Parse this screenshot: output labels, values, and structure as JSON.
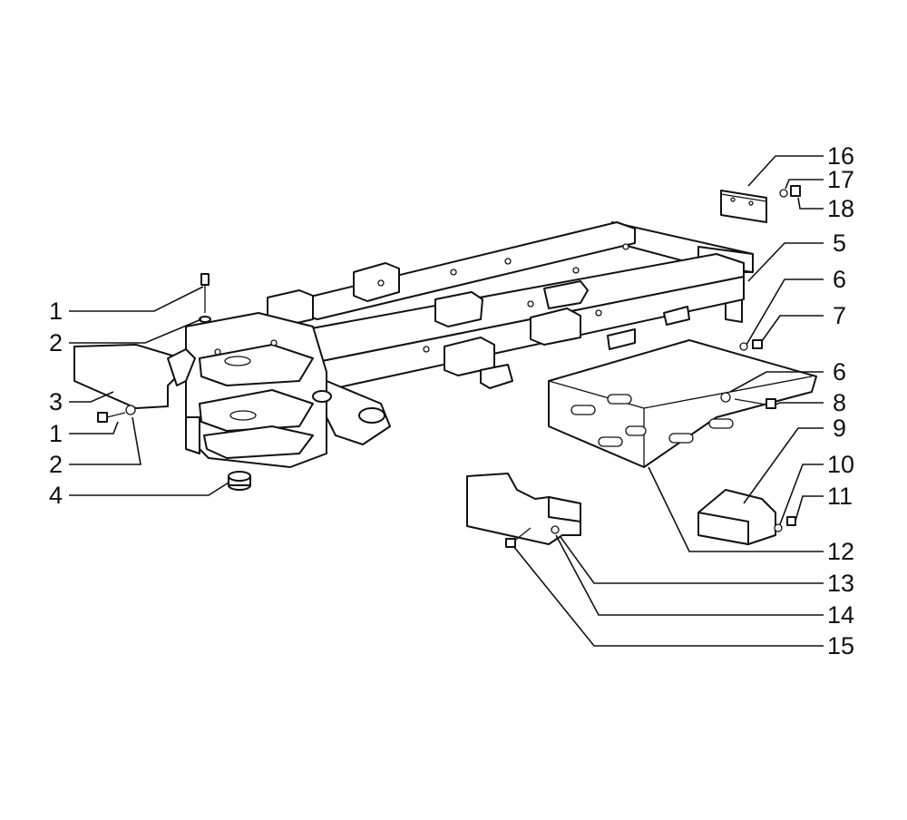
{
  "callouts": [
    {
      "id": "c1a",
      "label": "1"
    },
    {
      "id": "c2a",
      "label": "2"
    },
    {
      "id": "c3",
      "label": "3"
    },
    {
      "id": "c1b",
      "label": "1"
    },
    {
      "id": "c2b",
      "label": "2"
    },
    {
      "id": "c4",
      "label": "4"
    },
    {
      "id": "c16",
      "label": "16"
    },
    {
      "id": "c17",
      "label": "17"
    },
    {
      "id": "c18",
      "label": "18"
    },
    {
      "id": "c5",
      "label": "5"
    },
    {
      "id": "c6a",
      "label": "6"
    },
    {
      "id": "c7",
      "label": "7"
    },
    {
      "id": "c6b",
      "label": "6"
    },
    {
      "id": "c8",
      "label": "8"
    },
    {
      "id": "c9",
      "label": "9"
    },
    {
      "id": "c10",
      "label": "10"
    },
    {
      "id": "c11",
      "label": "11"
    },
    {
      "id": "c12",
      "label": "12"
    },
    {
      "id": "c13",
      "label": "13"
    },
    {
      "id": "c14",
      "label": "14"
    },
    {
      "id": "c15",
      "label": "15"
    }
  ]
}
